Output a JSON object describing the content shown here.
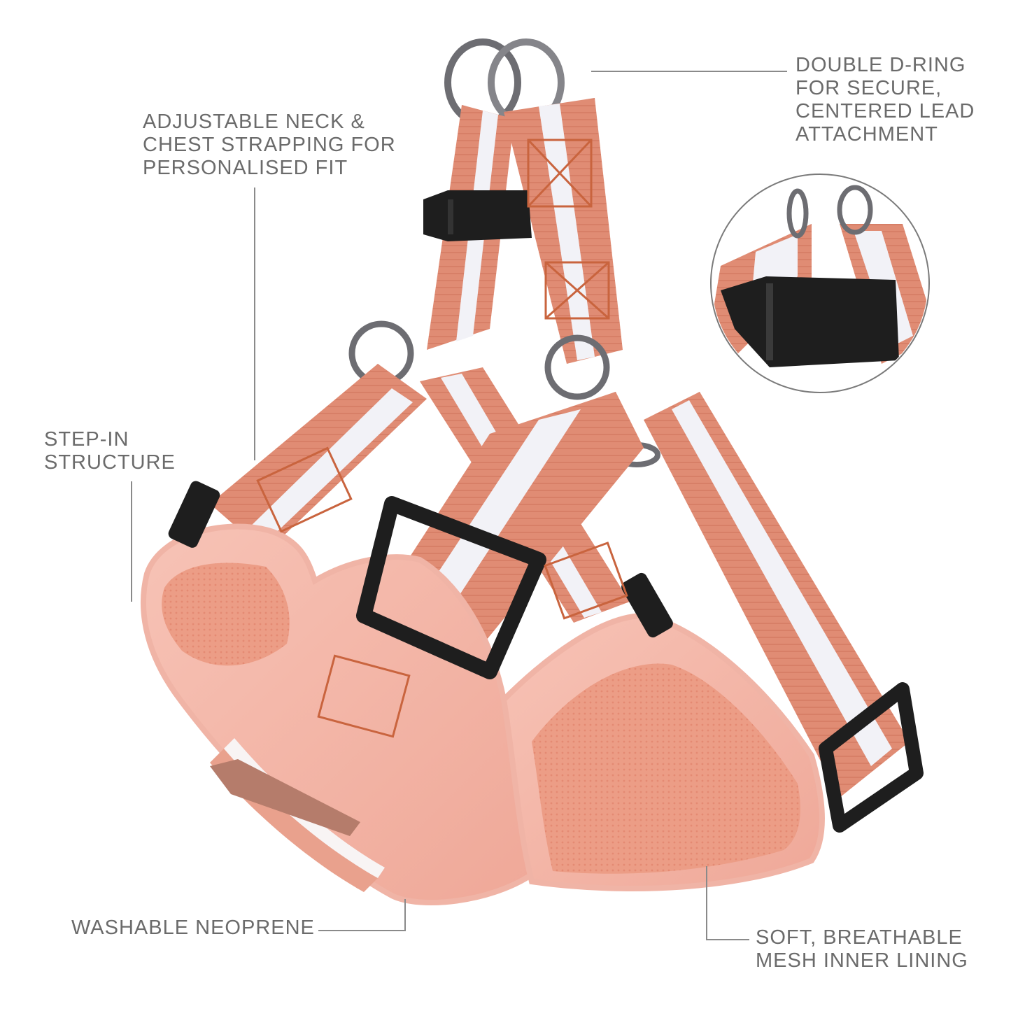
{
  "callouts": {
    "double_d_ring": {
      "lines": [
        "DOUBLE D-RING",
        "FOR SECURE,",
        "CENTERED LEAD",
        "ATTACHMENT"
      ]
    },
    "adjustable": {
      "lines": [
        "ADJUSTABLE NECK &",
        "CHEST STRAPPING FOR",
        "PERSONALISED FIT"
      ]
    },
    "step_in": {
      "lines": [
        "STEP-IN",
        "STRUCTURE"
      ]
    },
    "neoprene": {
      "lines": [
        "WASHABLE NEOPRENE"
      ]
    },
    "mesh": {
      "lines": [
        "SOFT, BREATHABLE",
        "MESH INNER LINING"
      ]
    }
  },
  "colors": {
    "label_text": "#6b6b6b",
    "leader_line": "#8a8a8a",
    "strap": "#e08c74",
    "strap_stripe": "#f2f2f7",
    "neoprene": "#f4b3a3",
    "mesh": "#ec9d86",
    "hardware_black": "#1e1e1e",
    "metal_ring": "#6d6d72"
  }
}
